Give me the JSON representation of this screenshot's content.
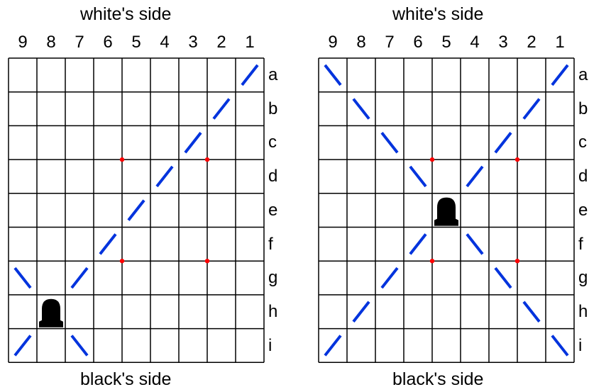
{
  "colors": {
    "grid": "#000000",
    "move_line": "#0033dd",
    "point": "#ff0000",
    "piece": "#000000",
    "background": "#ffffff"
  },
  "boards": [
    {
      "id": "left",
      "top_label": "white's side",
      "bottom_label": "black's side",
      "files": [
        "9",
        "8",
        "7",
        "6",
        "5",
        "4",
        "3",
        "2",
        "1"
      ],
      "ranks": [
        "a",
        "b",
        "c",
        "d",
        "e",
        "f",
        "g",
        "h",
        "i"
      ],
      "piece": {
        "icon": "bishop-piece-icon",
        "file": "8",
        "rank": "h"
      },
      "move_squares": [
        [
          "9",
          "g"
        ],
        [
          "7",
          "g"
        ],
        [
          "6",
          "f"
        ],
        [
          "5",
          "e"
        ],
        [
          "4",
          "d"
        ],
        [
          "3",
          "c"
        ],
        [
          "2",
          "b"
        ],
        [
          "1",
          "a"
        ],
        [
          "9",
          "i"
        ],
        [
          "7",
          "i"
        ]
      ],
      "red_points": [
        [
          "6",
          "c"
        ],
        [
          "3",
          "c"
        ],
        [
          "6",
          "f"
        ],
        [
          "3",
          "f"
        ]
      ]
    },
    {
      "id": "right",
      "top_label": "white's side",
      "bottom_label": "black's side",
      "files": [
        "9",
        "8",
        "7",
        "6",
        "5",
        "4",
        "3",
        "2",
        "1"
      ],
      "ranks": [
        "a",
        "b",
        "c",
        "d",
        "e",
        "f",
        "g",
        "h",
        "i"
      ],
      "piece": {
        "icon": "bishop-piece-icon",
        "file": "5",
        "rank": "e"
      },
      "move_squares": [
        [
          "9",
          "a"
        ],
        [
          "8",
          "b"
        ],
        [
          "7",
          "c"
        ],
        [
          "6",
          "d"
        ],
        [
          "1",
          "a"
        ],
        [
          "2",
          "b"
        ],
        [
          "3",
          "c"
        ],
        [
          "4",
          "d"
        ],
        [
          "6",
          "f"
        ],
        [
          "7",
          "g"
        ],
        [
          "8",
          "h"
        ],
        [
          "9",
          "i"
        ],
        [
          "4",
          "f"
        ],
        [
          "3",
          "g"
        ],
        [
          "2",
          "h"
        ],
        [
          "1",
          "i"
        ]
      ],
      "red_points": [
        [
          "6",
          "c"
        ],
        [
          "3",
          "c"
        ],
        [
          "6",
          "f"
        ],
        [
          "3",
          "f"
        ]
      ]
    }
  ]
}
